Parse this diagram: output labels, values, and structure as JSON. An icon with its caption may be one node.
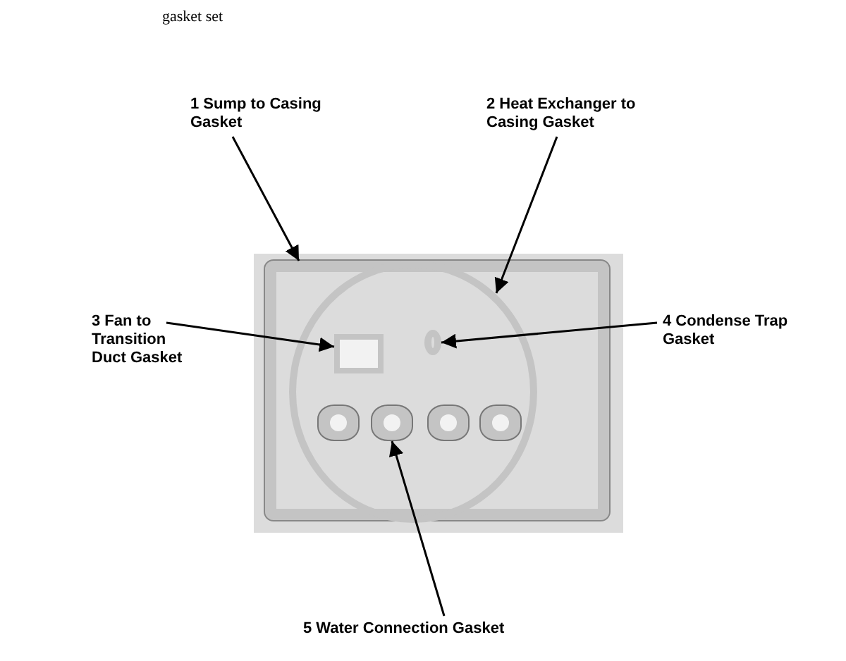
{
  "diagram": {
    "title": "gasket set",
    "nodes": [
      {
        "text": [
          "1 Sump to Casing Gasket"
        ]
      },
      {
        "text": [
          "2 Heat Exchanger to Casing Gasket"
        ]
      },
      {
        "text": [
          "3 Fan to Transition Duct Gasket"
        ]
      },
      {
        "text": [
          "4 Condense Trap Gasket"
        ]
      },
      {
        "text": [
          "5 Water Connection Gasket"
        ]
      },
      {
        "text": [],
        "shape": "picture"
      },
      {
        "text": [],
        "shape": "box",
        "in": 5
      },
      {
        "text": [],
        "shape": "circle",
        "in": 6
      },
      {
        "text": [],
        "shape": "box",
        "in": 7
      },
      {
        "text": [],
        "shape": "circle",
        "in": 7
      },
      {
        "text": [],
        "shape": "picture",
        "in": 7
      },
      {
        "text": [],
        "shape": "picture",
        "in": 7
      },
      {
        "text": [],
        "shape": "picture",
        "in": 7
      },
      {
        "text": [],
        "shape": "picture",
        "in": 7
      }
    ],
    "edges": [
      {
        "from": 0,
        "to": 6,
        "arrow": "to"
      },
      {
        "from": 1,
        "to": 7,
        "arrow": "to"
      },
      {
        "from": 2,
        "to": 8,
        "arrow": "to"
      },
      {
        "from": 3,
        "to": 9,
        "arrow": "to"
      },
      {
        "from": 4,
        "to": 11,
        "arrow": "to"
      }
    ]
  }
}
